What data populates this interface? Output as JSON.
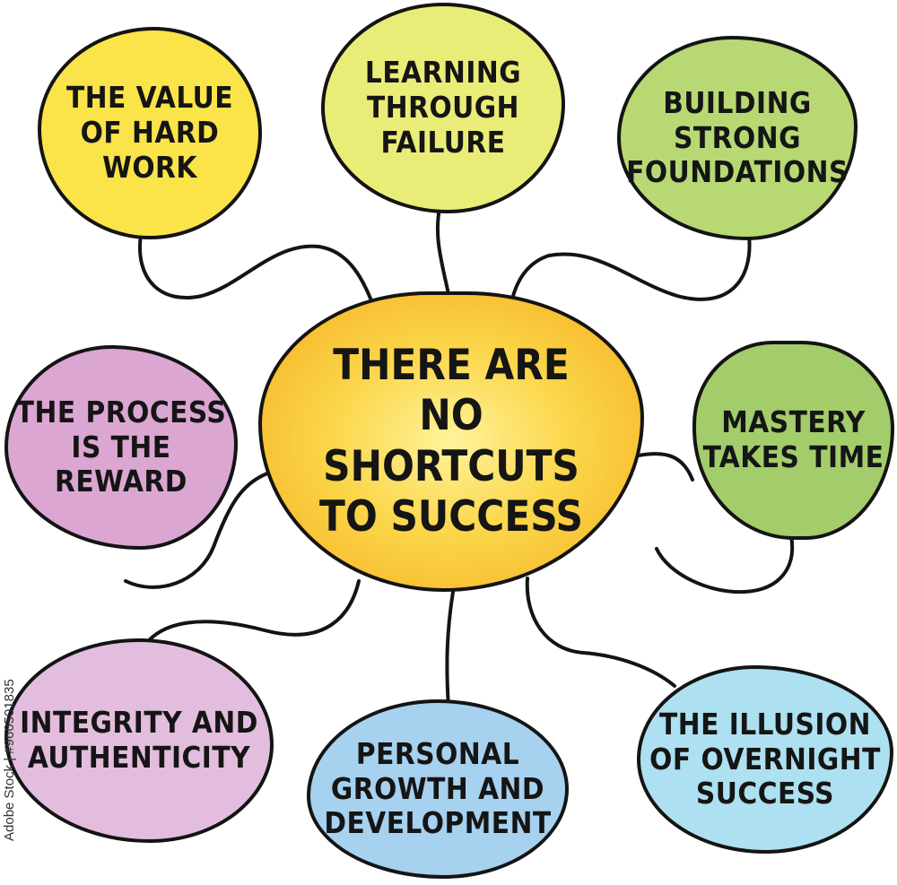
{
  "center": {
    "text": "THERE ARE NO SHORTCUTS TO SUCCESS",
    "color": "#f8c12a"
  },
  "nodes": [
    {
      "id": "value-of-hard-work",
      "text": "THE VALUE OF HARD WORK",
      "color": "#fbe449"
    },
    {
      "id": "learning-through-failure",
      "text": "LEARNING THROUGH FAILURE",
      "color": "#eaec78"
    },
    {
      "id": "building-strong-foundations",
      "text": "BUILDING STRONG FOUNDATIONS",
      "color": "#b7d873"
    },
    {
      "id": "process-is-the-reward",
      "text": "THE PROCESS IS THE REWARD",
      "color": "#dba6d2"
    },
    {
      "id": "mastery-takes-time",
      "text": "MASTERY TAKES TIME",
      "color": "#a3cc6a"
    },
    {
      "id": "integrity-and-authenticity",
      "text": "INTEGRITY AND AUTHENTICITY",
      "color": "#e3bddd"
    },
    {
      "id": "personal-growth-and-development",
      "text": "PERSONAL GROWTH AND DEVELOPMENT",
      "color": "#a6d1ef"
    },
    {
      "id": "illusion-of-overnight-success",
      "text": "THE ILLUSION OF OVERNIGHT SUCCESS",
      "color": "#ade0f0"
    }
  ],
  "stock_id": "Adobe Stock | #960501835"
}
